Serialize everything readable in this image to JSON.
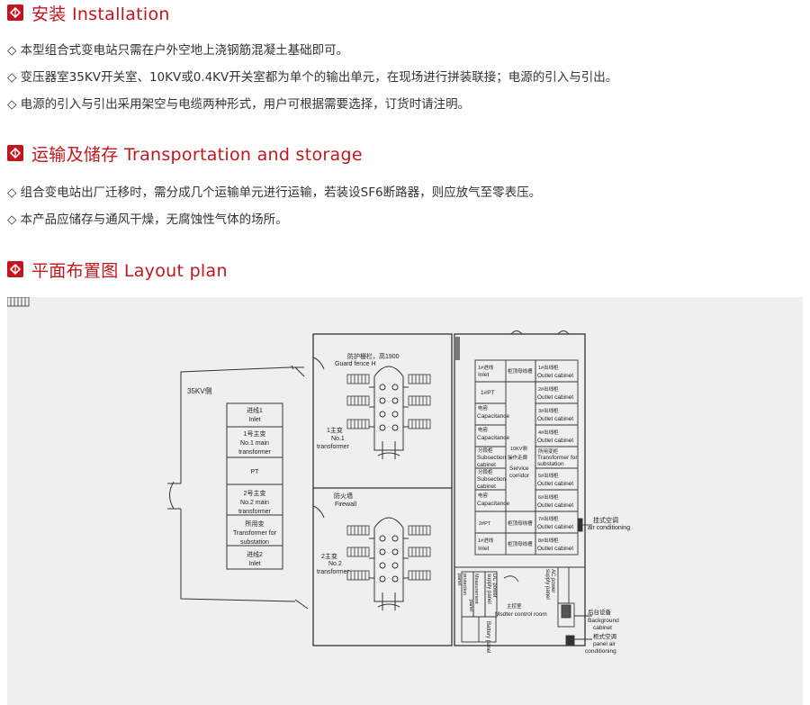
{
  "sections": [
    {
      "title": "安装 Installation",
      "paragraphs": [
        "◇ 本型组合式变电站只需在户外空地上浇钢筋混凝土基础即可。",
        "◇ 变压器室35KV开关室、10KV或0.4KV开关室都为单个的输出单元，在现场进行拼装联接；电源的引入与引出。",
        "◇ 电源的引入与引出采用架空与电缆两种形式，用户可根据需要选择，订货时请注明。"
      ]
    },
    {
      "title": "运输及储存 Transportation and storage",
      "paragraphs": [
        "◇ 组合变电站出厂迁移时，需分成几个运输单元进行运输，若装设SF6断路器，则应放气至零表压。",
        "◇ 本产品应储存与通风干燥，无腐蚀性气体的场所。"
      ]
    },
    {
      "title": "平面布置图 Layout plan",
      "paragraphs": []
    }
  ],
  "plan": {
    "left_room_label": "35KV侧",
    "left_cabinets": [
      [
        "进线1",
        "Inlet"
      ],
      [
        "1号主变",
        "No.1 main",
        "transformer"
      ],
      [
        "PT"
      ],
      [
        "2号主变",
        "No.2 main",
        "transformer"
      ],
      [
        "所用变",
        "Transformer for",
        "substation"
      ],
      [
        "进线2",
        "Inlet"
      ]
    ],
    "guard_fence": [
      "防护栅栏，高1900",
      "Guard fence H"
    ],
    "transformer1": [
      "1主变",
      "No.1",
      "transformer"
    ],
    "firewall": [
      "防火墙",
      "Firewall"
    ],
    "transformer2": [
      "2主变",
      "No.2",
      "transformer"
    ],
    "right_col1": [
      [
        "1#进线",
        "Inlet"
      ],
      [
        "1#PT"
      ],
      [
        "电容",
        "Capacitance"
      ],
      [
        "电容",
        "Capacitance"
      ],
      [
        "分段柜",
        "Subsection",
        "cabinet"
      ],
      [
        "分段柜",
        "Subsection",
        "cabinet"
      ],
      [
        "电容",
        "Capacitance"
      ],
      [
        "2#PT"
      ],
      [
        "1#进线",
        "Inlet"
      ]
    ],
    "busbar_label": "柜顶母线槽",
    "service_corridor": [
      "10KV侧",
      "操作走廊",
      "Service",
      "corridor"
    ],
    "right_col2": [
      [
        "1#出线柜",
        "Outlet cabinet"
      ],
      [
        "2#出线柜",
        "Outlet cabinet"
      ],
      [
        "3#出线柜",
        "Outlet cabinet"
      ],
      [
        "4#出线柜",
        "Outlet cabinet"
      ],
      [
        "所用变柜",
        "Transformer for",
        "substation"
      ],
      [
        "5#出线柜",
        "Outlet cabinet"
      ],
      [
        "6#出线柜",
        "Outlet cabinet"
      ],
      [
        "7#出线柜",
        "Outlet cabinet"
      ],
      [
        "8#出线柜",
        "Outlet cabinet"
      ]
    ],
    "air_conditioning": [
      "挂式空调",
      "air conditioning"
    ],
    "control_room": {
      "protection_panel": [
        "protection",
        "panel"
      ],
      "measurement_panel": [
        "Measurement",
        "panel"
      ],
      "dc_panel": [
        "DC power",
        "supply panel"
      ],
      "battery_panel": "Battery panel",
      "control_room_label": [
        "主控室",
        "Msdter control room"
      ],
      "ac_panel": [
        "AC power",
        "supply panel"
      ],
      "background_cabinet": [
        "后台设备",
        "Background",
        "cabinet"
      ],
      "ac_cabinet": [
        "柜式空调",
        "panel air",
        "conditioning"
      ]
    }
  },
  "colors": {
    "accent": "#c3161c",
    "text": "#333333",
    "plan_bg": "#efefef",
    "line": "#333333"
  },
  "icons": [
    "section-badge-icon"
  ]
}
